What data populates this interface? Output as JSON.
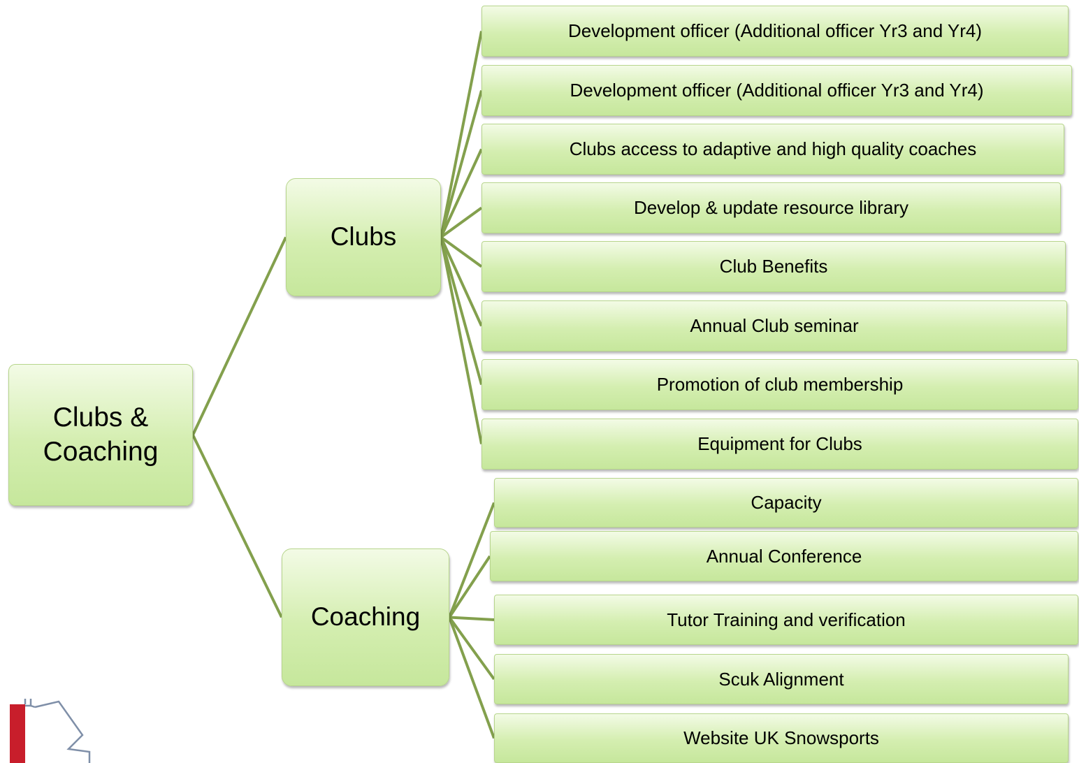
{
  "diagram": {
    "root": {
      "label": "Clubs & Coaching"
    },
    "branches": [
      {
        "label": "Clubs",
        "children": [
          "Development officer (Additional officer Yr3 and Yr4)",
          "Development officer (Additional officer Yr3 and Yr4)",
          "Clubs access to adaptive and high quality coaches",
          "Develop & update resource library",
          "Club Benefits",
          "Annual Club seminar",
          "Promotion of club membership",
          "Equipment for Clubs"
        ]
      },
      {
        "label": "Coaching",
        "children": [
          "Capacity",
          "Annual Conference",
          "Tutor Training and verification",
          "Scuk Alignment",
          "Website UK Snowsports"
        ]
      }
    ]
  },
  "colors": {
    "connector": "#83a04d",
    "node_fill_top": "#f3fbe6",
    "node_fill_bottom": "#c6e79c",
    "node_border": "#b7d58c",
    "logo_red": "#c81e2b",
    "logo_outline": "#7f8fa8"
  }
}
